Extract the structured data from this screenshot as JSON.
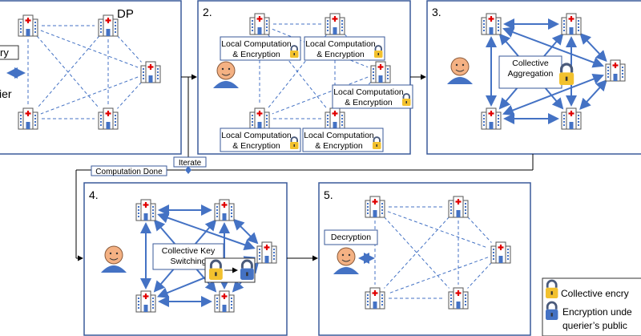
{
  "panels": {
    "p1": {
      "dp_label": "DP",
      "query_label": "ry",
      "querier_label": "ier"
    },
    "p2": {
      "number": "2.",
      "local_l1": "Local Computation",
      "local_l2": "& Encryption"
    },
    "p3": {
      "number": "3.",
      "agg_l1": "Collective",
      "agg_l2": "Aggregation"
    },
    "p4": {
      "number": "4.",
      "ks_l1": "Collective Key",
      "ks_l2": "Switching"
    },
    "p5": {
      "number": "5.",
      "decrypt": "Decryption"
    }
  },
  "flow": {
    "iterate": "Iterate",
    "done": "Computation Done"
  },
  "legend": {
    "collective": "Collective encry",
    "querier_l1": "Encryption unde",
    "querier_l2": "querier’s public"
  },
  "colors": {
    "frame": "#3a5a9a",
    "edge": "#4472c4",
    "lock_gold": "#f2c12e",
    "lock_blue": "#4472c4",
    "person": "#f4b183",
    "cross": "#e00000"
  }
}
